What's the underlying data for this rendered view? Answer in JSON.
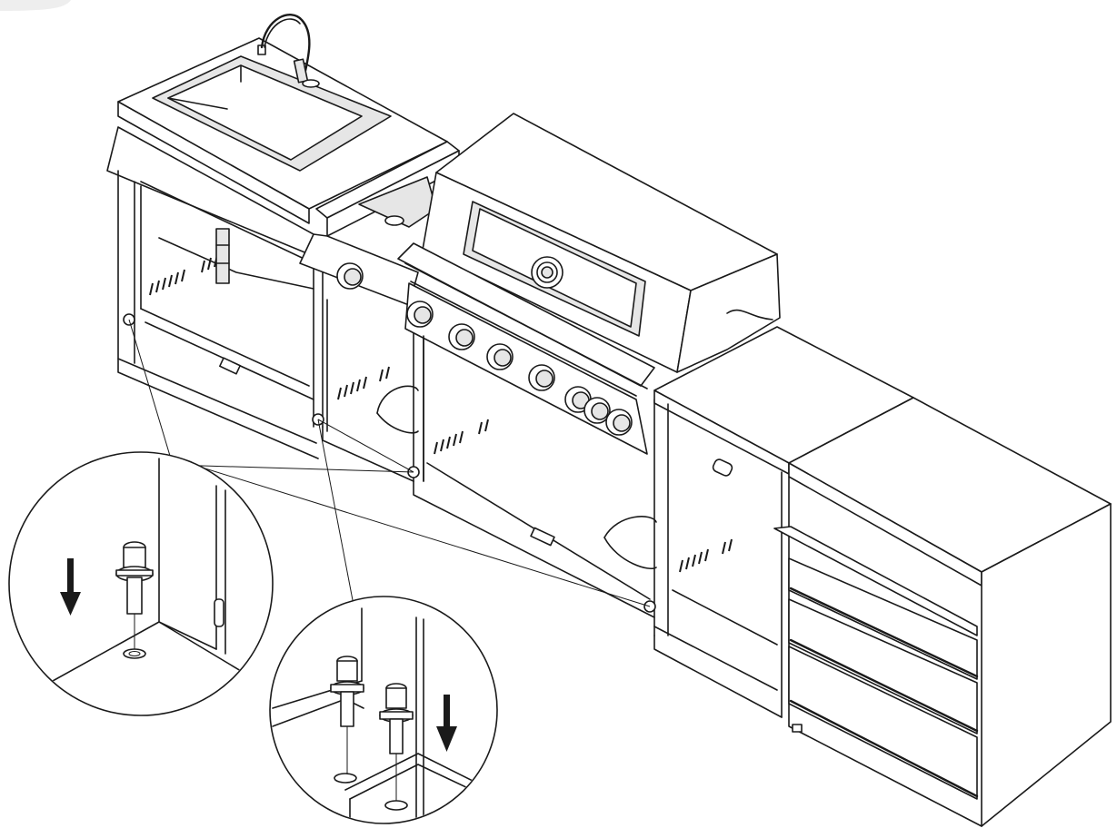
{
  "colors": {
    "line": "#1a1a1a",
    "background": "#ffffff",
    "panel_fill": "#e6e6e6"
  },
  "figure": {
    "modules": [
      "sink-cabinet",
      "side-burner-cabinet",
      "grill-cabinet",
      "storage-cabinet",
      "drawer-cabinet"
    ],
    "grill_control_knobs": 7,
    "side_burner_knobs": 1,
    "storage_drawers": 3,
    "detail_callouts": [
      {
        "pins": 1,
        "arrow": "down"
      },
      {
        "pins": 2,
        "arrow": "down"
      }
    ]
  }
}
